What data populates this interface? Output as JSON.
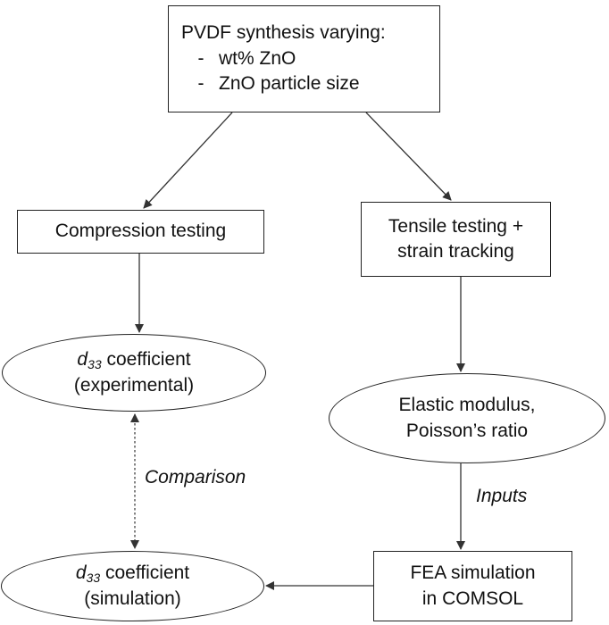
{
  "diagram": {
    "synthesis": {
      "title": "PVDF synthesis varying:",
      "bullets": [
        {
          "marker": "-",
          "text": "wt% ZnO"
        },
        {
          "marker": "-",
          "text": "ZnO particle size"
        }
      ]
    },
    "compression": {
      "label": "Compression testing"
    },
    "tensile": {
      "line1": "Tensile testing +",
      "line2": "strain tracking"
    },
    "d33_experimental": {
      "symbol": "d",
      "subscript": "33",
      "suffix": " coefficient",
      "line2": "(experimental)"
    },
    "elastic": {
      "line1": "Elastic modulus,",
      "line2": "Poisson’s ratio"
    },
    "d33_simulation": {
      "symbol": "d",
      "subscript": "33",
      "suffix": " coefficient",
      "line2": "(simulation)"
    },
    "fea": {
      "line1": "FEA simulation",
      "line2": "in COMSOL"
    },
    "edge_labels": {
      "comparison": "Comparison",
      "inputs": "Inputs"
    }
  }
}
